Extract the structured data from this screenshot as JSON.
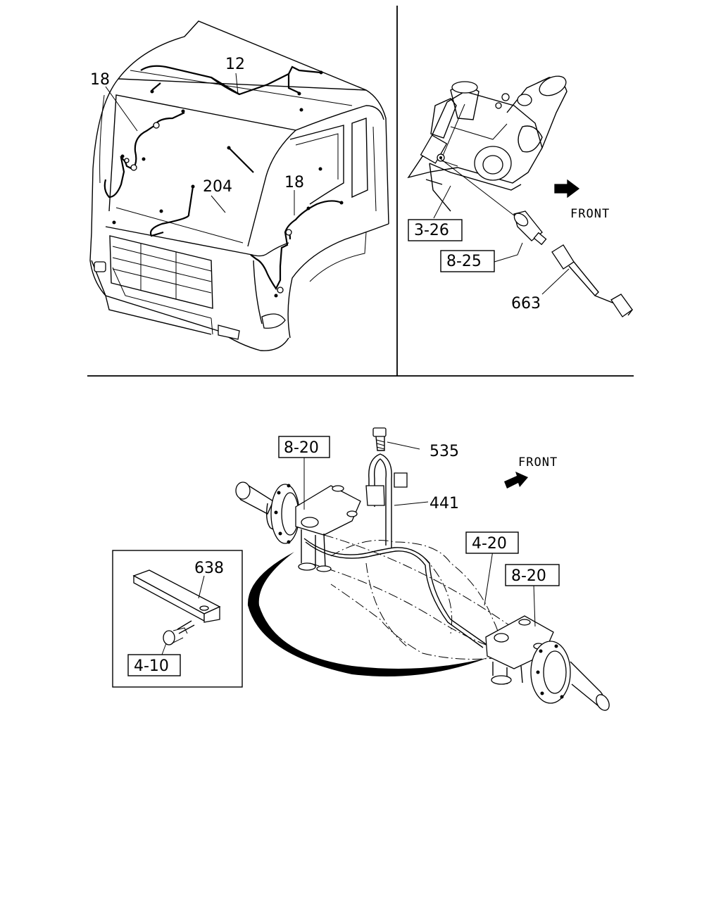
{
  "labels": {
    "part_18_top": "18",
    "part_12": "12",
    "part_204": "204",
    "part_18_side": "18",
    "ref_3_26": "3-26",
    "ref_8_25": "8-25",
    "part_663": "663",
    "front_top": "FRONT",
    "part_535": "535",
    "ref_8_20_left": "8-20",
    "front_bottom": "FRONT",
    "part_441": "441",
    "ref_4_20": "4-20",
    "ref_8_20_right": "8-20",
    "part_638": "638",
    "ref_4_10": "4-10"
  }
}
